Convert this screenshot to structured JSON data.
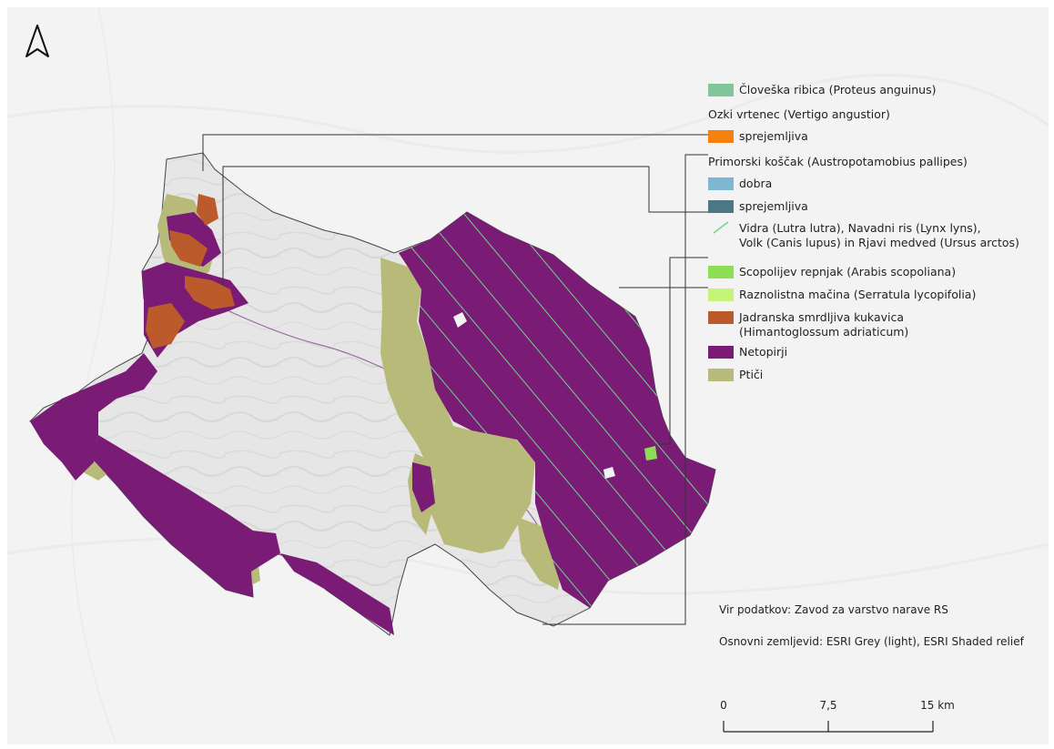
{
  "legend": {
    "items": [
      {
        "id": "proteus",
        "label": "Človeška ribica (Proteus anguinus)",
        "color": "#7fc79a",
        "kind": "fill"
      },
      {
        "id": "vertigo-heading",
        "label": "Ozki vrtenec (Vertigo angustior)",
        "kind": "heading"
      },
      {
        "id": "vertigo-acceptable",
        "label": "sprejemljiva",
        "color": "#f5820f",
        "kind": "fill"
      },
      {
        "id": "austro-heading",
        "label": "Primorski koščak (Austropotamobius pallipes)",
        "kind": "heading"
      },
      {
        "id": "austro-good",
        "label": "dobra",
        "color": "#7db7d2",
        "kind": "fill"
      },
      {
        "id": "austro-acceptable",
        "label": "sprejemljiva",
        "color": "#4d7787",
        "kind": "fill"
      },
      {
        "id": "carnivores",
        "label": "Vidra (Lutra lutra), Navadni ris (Lynx lyns),",
        "label2": "Volk (Canis lupus) in Rjavi medved (Ursus arctos)",
        "color": "#6dd68a",
        "kind": "hatch"
      },
      {
        "id": "arabis",
        "label": "Scopolijev repnjak (Arabis scopoliana)",
        "color": "#8ede55",
        "kind": "fill"
      },
      {
        "id": "serratula",
        "label": "Raznolistna mačina (Serratula lycopifolia)",
        "color": "#c6f47a",
        "kind": "fill"
      },
      {
        "id": "himantoglossum",
        "label": "Jadranska smrdljiva kukavica",
        "label2": "(Himantoglossum adriaticum)",
        "color": "#bb5a2a",
        "kind": "fill"
      },
      {
        "id": "bats",
        "label": "Netopirji",
        "color": "#7a1c75",
        "kind": "fill"
      },
      {
        "id": "birds",
        "label": "Ptiči",
        "color": "#b7ba79",
        "kind": "fill"
      }
    ]
  },
  "source": {
    "data_line": "Vir podatkov: Zavod za varstvo narave RS",
    "basemap_line": "Osnovni zemljevid: ESRI Grey (light), ESRI Shaded relief"
  },
  "scalebar": {
    "labels": [
      "0",
      "7,5",
      "15 km"
    ],
    "max_km": 15
  },
  "icons": {
    "north_arrow": "north-arrow-icon"
  }
}
